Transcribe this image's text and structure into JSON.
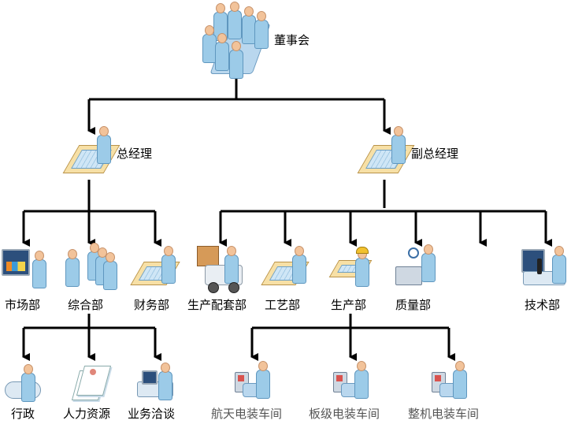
{
  "nodes": {
    "board": "董事会",
    "gm": "总经理",
    "dgm": "副总经理",
    "market": "市场部",
    "general": "综合部",
    "finance": "财务部",
    "supply": "生产配套部",
    "process": "工艺部",
    "production": "生产部",
    "quality": "质量部",
    "tech": "技术部",
    "admin": "行政",
    "hr": "人力资源",
    "business": "业务洽谈",
    "aero": "航天电装车间",
    "board_level": "板级电装车间",
    "complete": "整机电装车间"
  },
  "icons": {
    "board": "meeting-group-icon",
    "gm": "manager-desk-icon",
    "dgm": "manager-desk-icon",
    "market": "presenter-screen-icon",
    "general": "staff-group-icon",
    "finance": "accountant-desk-icon",
    "supply": "forklift-icon",
    "process": "drafter-desk-icon",
    "production": "engineer-blueprint-icon",
    "quality": "inspector-icon",
    "tech": "microscope-lab-icon",
    "admin": "receptionist-icon",
    "hr": "resume-documents-icon",
    "business": "meeting-laptop-icon",
    "aero": "assembly-workshop-icon",
    "board_level": "assembly-workshop-icon",
    "complete": "assembly-workshop-icon"
  },
  "colors": {
    "line": "#000000",
    "figure": "#9ccbe8",
    "skin": "#f2c39a"
  }
}
